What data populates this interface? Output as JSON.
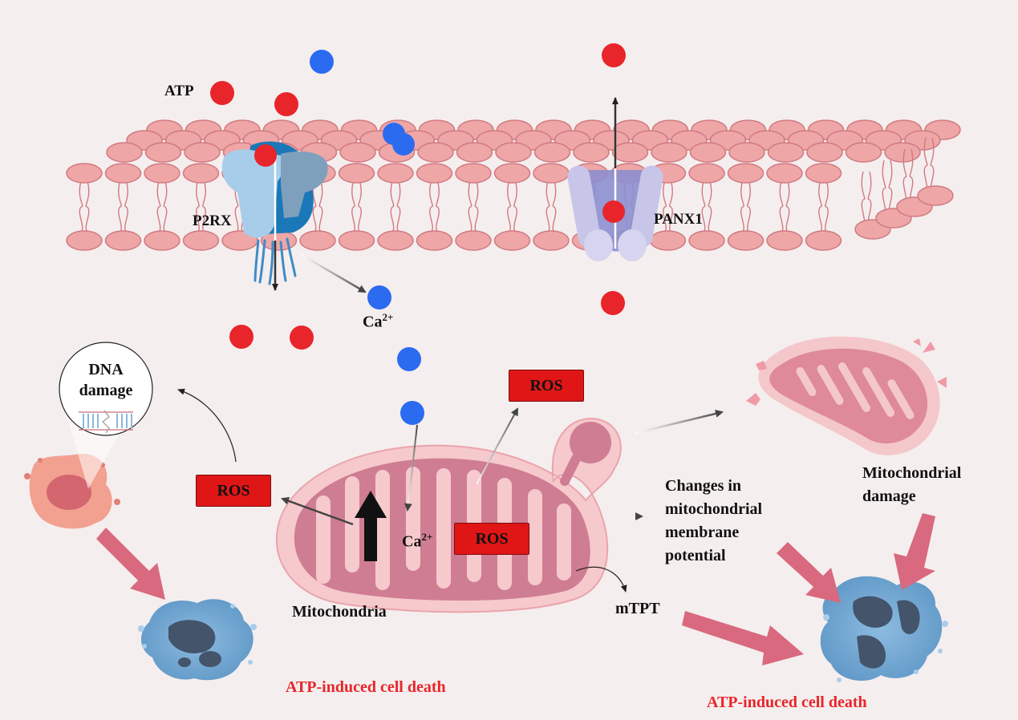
{
  "colors": {
    "background": "#f5eeee",
    "atp": "#e8252b",
    "calcium": "#2b6bf0",
    "membrane": "#eea6a6",
    "ros": "#e01616",
    "death_cell": "#6aa2cf",
    "arrow_pink": "#d9697e",
    "red_text": "#e8252b"
  },
  "labels": {
    "atp": "ATP",
    "p2rx": "P2RX",
    "panx1": "PANX1",
    "ca_top": "Ca",
    "ca_top_sup": "2+",
    "ca_mito": "Ca",
    "ca_mito_sup": "2+",
    "dna_damage": "DNA damage",
    "ros_left": "ROS",
    "ros_top": "ROS",
    "ros_mito": "ROS",
    "mitochondria": "Mitochondria",
    "mptp": "mTPT",
    "membrane_potential": "Changes in mitochondrial membrane potential",
    "mito_damage": "Mitochondrial damage",
    "death_left": "ATP-induced cell death",
    "death_right": "ATP-induced cell death"
  }
}
